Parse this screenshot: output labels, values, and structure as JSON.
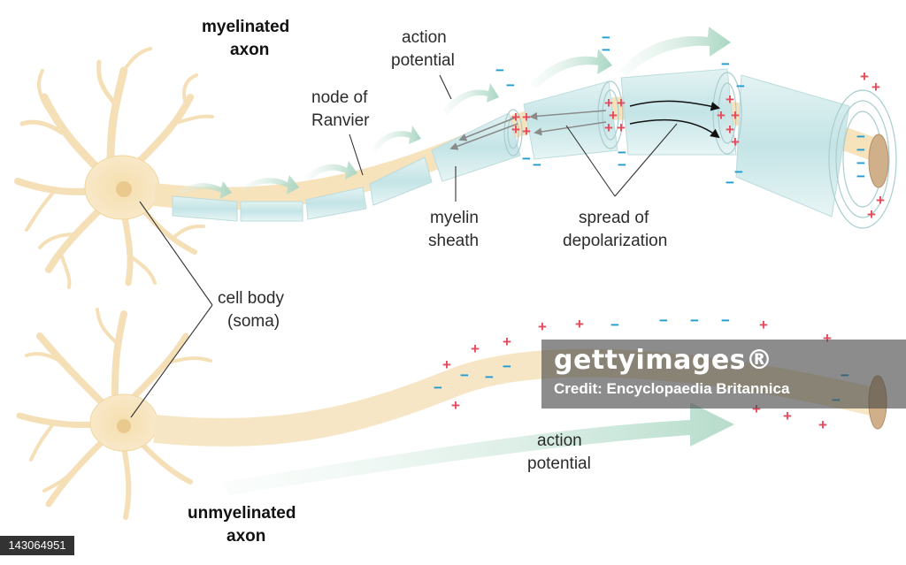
{
  "labels": {
    "myelinated_line1": "myelinated",
    "myelinated_line2": "axon",
    "action_potential_top_line1": "action",
    "action_potential_top_line2": "potential",
    "node_line1": "node of",
    "node_line2": "Ranvier",
    "myelin_line1": "myelin",
    "myelin_line2": "sheath",
    "spread_line1": "spread of",
    "spread_line2": "depolarization",
    "cell_body_line1": "cell body",
    "cell_body_line2": "(soma)",
    "action_potential_bottom_line1": "action",
    "action_potential_bottom_line2": "potential",
    "unmyelinated_line1": "unmyelinated",
    "unmyelinated_line2": "axon"
  },
  "charges": {
    "plus": "+",
    "minus": "−"
  },
  "watermark": {
    "logo": "gettyimages®",
    "credit": "Credit: Encyclopaedia Britannica",
    "image_id": "143064951"
  },
  "colors": {
    "neuron": "#f7e3bd",
    "myelin": "#cfe9ea",
    "arrow": "#bfe0cf",
    "positive": "#e64b5c",
    "negative": "#1f9bd1"
  }
}
